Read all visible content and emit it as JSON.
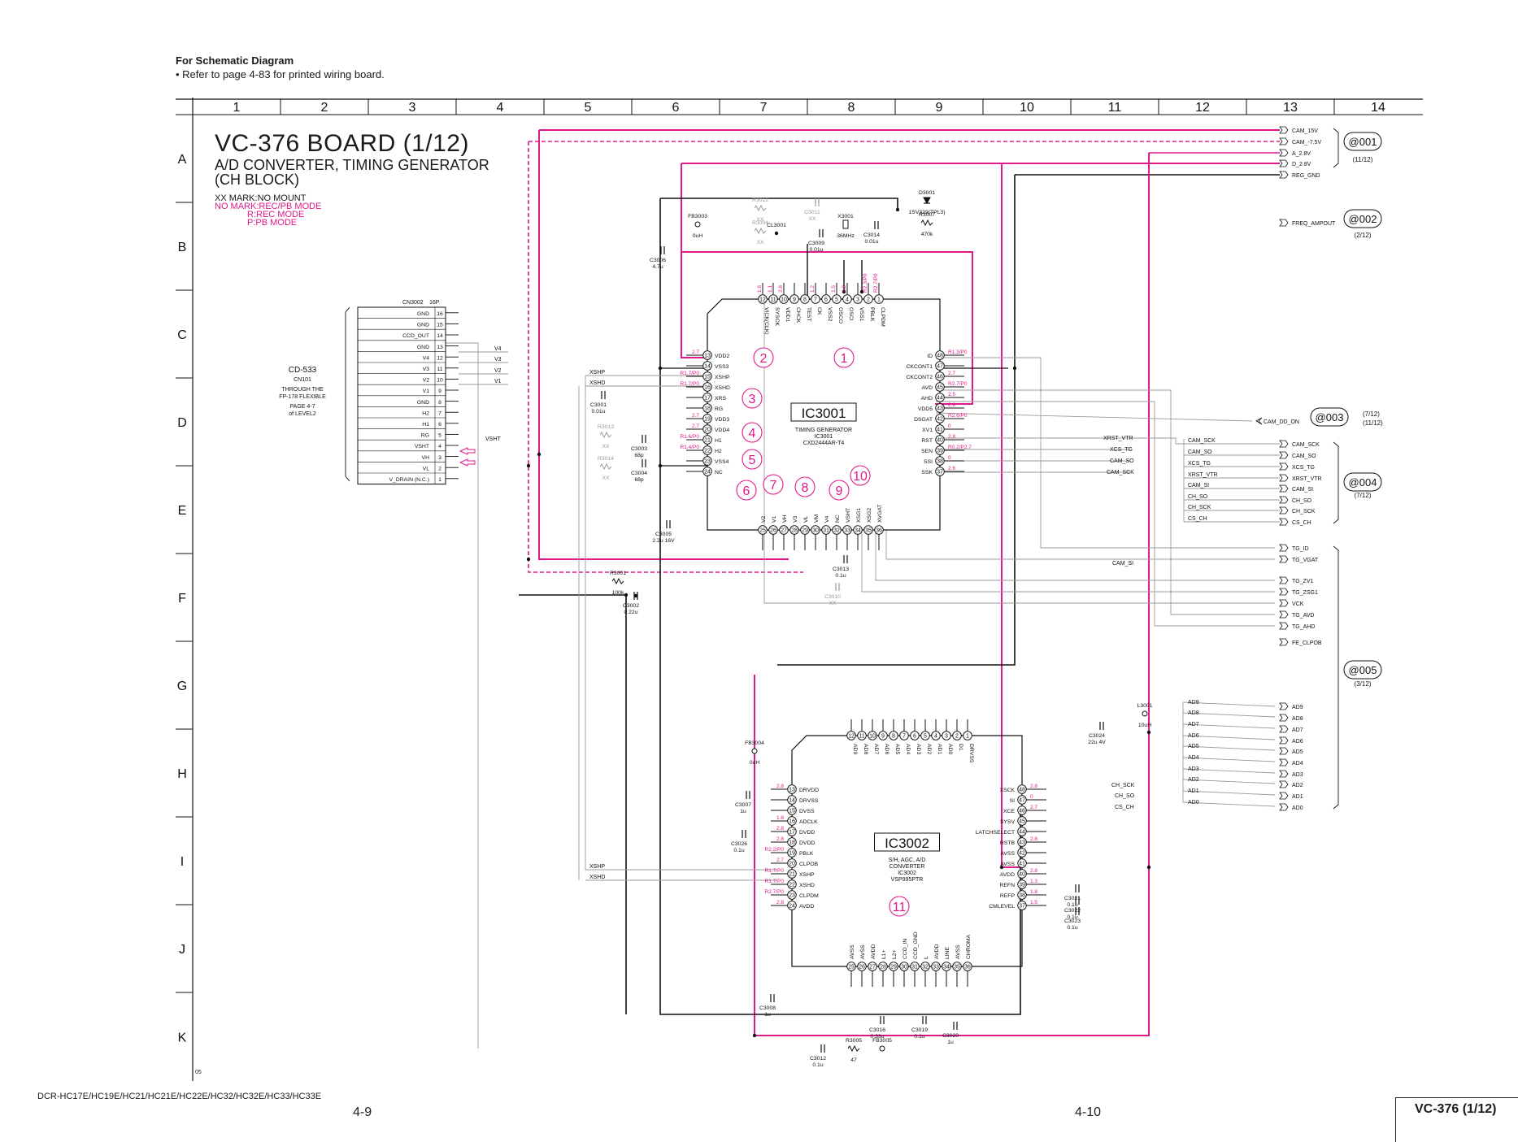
{
  "header": {
    "title": "For Schematic Diagram",
    "note": "• Refer to page 4-83 for printed wiring board."
  },
  "grid": {
    "columns": [
      "1",
      "2",
      "3",
      "4",
      "5",
      "6",
      "7",
      "8",
      "9",
      "10",
      "11",
      "12",
      "13",
      "14"
    ],
    "rows": [
      "A",
      "B",
      "C",
      "D",
      "E",
      "F",
      "G",
      "H",
      "I",
      "J",
      "K"
    ]
  },
  "board": {
    "title": "VC-376 BOARD (1/12)",
    "subtitle_1": "A/D CONVERTER, TIMING GENERATOR",
    "subtitle_2": "(CH BLOCK)",
    "legend": [
      "XX MARK:NO MOUNT",
      "NO MARK:REC/PB MODE",
      "R:REC MODE",
      "P:PB MODE"
    ]
  },
  "colors": {
    "wire": "#111111",
    "highlight": "#e0198a",
    "grey": "#9a9a9a"
  },
  "connector_cn3002": {
    "ref": "CN3002",
    "type": "16P",
    "pins": [
      {
        "num": "16",
        "name": "GND"
      },
      {
        "num": "15",
        "name": "GND"
      },
      {
        "num": "14",
        "name": "CCD_OUT"
      },
      {
        "num": "13",
        "name": "GND"
      },
      {
        "num": "12",
        "name": "V4"
      },
      {
        "num": "11",
        "name": "V3"
      },
      {
        "num": "10",
        "name": "V2"
      },
      {
        "num": "9",
        "name": "V1"
      },
      {
        "num": "8",
        "name": "GND"
      },
      {
        "num": "7",
        "name": "H2"
      },
      {
        "num": "6",
        "name": "H1"
      },
      {
        "num": "5",
        "name": "RG"
      },
      {
        "num": "4",
        "name": "VSHT"
      },
      {
        "num": "3",
        "name": "VH"
      },
      {
        "num": "2",
        "name": "VL"
      },
      {
        "num": "1",
        "name": "V_DRAIN (N.C.)"
      }
    ],
    "cd533": {
      "name": "CD-533",
      "sub": "CN101",
      "through": "THROUGH THE",
      "flexible": "FP-178 FLEXIBLE",
      "page": "PAGE 4-7",
      "level": "of LEVEL2"
    },
    "line_labels": [
      "V4",
      "V3",
      "V2",
      "V1",
      "VSHT"
    ]
  },
  "ic3001": {
    "ref": "IC3001",
    "desc_1": "TIMING GENERATOR",
    "desc_2": "IC3001",
    "desc_3": "CXD2444AR-T4",
    "top_pins": [
      {
        "num": "12",
        "name": "VICK(CLK)",
        "v": "1.6"
      },
      {
        "num": "11",
        "name": "SYSCK",
        "v": "1.1"
      },
      {
        "num": "10",
        "name": "VDD1",
        "v": "2.8"
      },
      {
        "num": "9",
        "name": "CHCK",
        "v": ""
      },
      {
        "num": "8",
        "name": "TEST",
        "v": ""
      },
      {
        "num": "7",
        "name": "CK",
        "v": "1.2"
      },
      {
        "num": "6",
        "name": "VSS2",
        "v": ""
      },
      {
        "num": "5",
        "name": "OSCO",
        "v": "1.5"
      },
      {
        "num": "4",
        "name": "OSCI",
        "v": "1.2"
      },
      {
        "num": "3",
        "name": "VSS1",
        "v": ""
      },
      {
        "num": "2",
        "name": "PBLK",
        "v": "R2.3/P0"
      },
      {
        "num": "1",
        "name": "CLPDM",
        "v": "R2.7/P0"
      }
    ],
    "left_pins": [
      {
        "num": "13",
        "name": "VDD2",
        "v": "2.7"
      },
      {
        "num": "14",
        "name": "VSS3",
        "v": ""
      },
      {
        "num": "15",
        "name": "XSHP",
        "v": "R1.7/P0"
      },
      {
        "num": "16",
        "name": "XSHD",
        "v": "R1.7/P0"
      },
      {
        "num": "17",
        "name": "XRS",
        "v": ""
      },
      {
        "num": "18",
        "name": "RG",
        "v": ""
      },
      {
        "num": "19",
        "name": "VDD3",
        "v": "2.7"
      },
      {
        "num": "20",
        "name": "VDD4",
        "v": "2.7"
      },
      {
        "num": "21",
        "name": "H1",
        "v": "R1.6/P0"
      },
      {
        "num": "22",
        "name": "H2",
        "v": "R1.4/P0"
      },
      {
        "num": "23",
        "name": "VSS4",
        "v": ""
      },
      {
        "num": "24",
        "name": "NC",
        "v": ""
      }
    ],
    "right_pins": [
      {
        "num": "48",
        "name": "ID",
        "v": "R1.3/P0"
      },
      {
        "num": "47",
        "name": "CKCONT1",
        "v": ""
      },
      {
        "num": "46",
        "name": "CKCONT2",
        "v": "2.7"
      },
      {
        "num": "45",
        "name": "AVD",
        "v": "R2.7/P0"
      },
      {
        "num": "44",
        "name": "AHD",
        "v": "2.5"
      },
      {
        "num": "43",
        "name": "VDD5",
        "v": "2.8"
      },
      {
        "num": "42",
        "name": "DSGAT",
        "v": "R2.6/P0"
      },
      {
        "num": "41",
        "name": "XV1",
        "v": "0"
      },
      {
        "num": "40",
        "name": "RST",
        "v": "2.8"
      },
      {
        "num": "39",
        "name": "SEN",
        "v": "R0.2/P2.7"
      },
      {
        "num": "38",
        "name": "SSI",
        "v": "0"
      },
      {
        "num": "37",
        "name": "SSK",
        "v": "2.6"
      }
    ],
    "bottom_pins": [
      {
        "num": "25",
        "name": "V2"
      },
      {
        "num": "26",
        "name": "V1"
      },
      {
        "num": "27",
        "name": "VH"
      },
      {
        "num": "28",
        "name": "V3"
      },
      {
        "num": "29",
        "name": "VL"
      },
      {
        "num": "30",
        "name": "VM"
      },
      {
        "num": "31",
        "name": "V4"
      },
      {
        "num": "32",
        "name": "NC"
      },
      {
        "num": "33",
        "name": "VSHT"
      },
      {
        "num": "34",
        "name": "XSG1"
      },
      {
        "num": "35",
        "name": "XSG2"
      },
      {
        "num": "36",
        "name": "XVGAT"
      }
    ],
    "callouts": [
      "1",
      "2",
      "3",
      "4",
      "5",
      "6",
      "7",
      "8",
      "9",
      "10"
    ]
  },
  "ic3002": {
    "ref": "IC3002",
    "desc_1": "S/H, AGC, A/D",
    "desc_2": "CONVERTER",
    "desc_3": "IC3002",
    "desc_4": "VSP995PTR",
    "top_pins": [
      {
        "num": "12",
        "name": "AD9"
      },
      {
        "num": "11",
        "name": "AD8"
      },
      {
        "num": "10",
        "name": "AD7"
      },
      {
        "num": "9",
        "name": "AD6"
      },
      {
        "num": "8",
        "name": "AD5"
      },
      {
        "num": "7",
        "name": "AD4"
      },
      {
        "num": "6",
        "name": "AD3"
      },
      {
        "num": "5",
        "name": "AD2"
      },
      {
        "num": "4",
        "name": "AD1"
      },
      {
        "num": "3",
        "name": "AD0"
      },
      {
        "num": "2",
        "name": "D1"
      },
      {
        "num": "1",
        "name": "DRVSS"
      }
    ],
    "left_pins": [
      {
        "num": "13",
        "name": "DRVDD",
        "v": "2.8"
      },
      {
        "num": "14",
        "name": "DRVSS",
        "v": ""
      },
      {
        "num": "15",
        "name": "DVSS",
        "v": ""
      },
      {
        "num": "16",
        "name": "ADCLK",
        "v": "1.6"
      },
      {
        "num": "17",
        "name": "DVDD",
        "v": "2.8"
      },
      {
        "num": "18",
        "name": "DVDD",
        "v": "2.8"
      },
      {
        "num": "19",
        "name": "PBLK",
        "v": "R2.2/P0"
      },
      {
        "num": "20",
        "name": "CLPOB",
        "v": "2.7"
      },
      {
        "num": "21",
        "name": "XSHP",
        "v": "R1.7/P0"
      },
      {
        "num": "22",
        "name": "XSHD",
        "v": "R1.7/P0"
      },
      {
        "num": "23",
        "name": "CLPDM",
        "v": "R2.7/P0"
      },
      {
        "num": "24",
        "name": "AVDD",
        "v": "2.8"
      }
    ],
    "right_pins": [
      {
        "num": "48",
        "name": "XSCK",
        "v": "2.8"
      },
      {
        "num": "47",
        "name": "SI",
        "v": "0"
      },
      {
        "num": "46",
        "name": "XCE",
        "v": "2.7"
      },
      {
        "num": "45",
        "name": "SYSV",
        "v": ""
      },
      {
        "num": "44",
        "name": "LATCHSELECT",
        "v": ""
      },
      {
        "num": "43",
        "name": "RSTB",
        "v": "2.8"
      },
      {
        "num": "42",
        "name": "AVSS",
        "v": ""
      },
      {
        "num": "41",
        "name": "AVSS",
        "v": ""
      },
      {
        "num": "40",
        "name": "AVDD",
        "v": "2.8"
      },
      {
        "num": "39",
        "name": "REFN",
        "v": "1.3"
      },
      {
        "num": "38",
        "name": "REFP",
        "v": "1.8"
      },
      {
        "num": "37",
        "name": "CMLEVEL",
        "v": "1.5"
      }
    ],
    "bottom_pins": [
      {
        "num": "25",
        "name": "AVSS"
      },
      {
        "num": "26",
        "name": "AVSS"
      },
      {
        "num": "27",
        "name": "AVDD"
      },
      {
        "num": "28",
        "name": "L1+"
      },
      {
        "num": "29",
        "name": "L2+"
      },
      {
        "num": "30",
        "name": "CCD_IN"
      },
      {
        "num": "31",
        "name": "CCD_GND"
      },
      {
        "num": "32",
        "name": "L"
      },
      {
        "num": "33",
        "name": "AVDD"
      },
      {
        "num": "34",
        "name": "LINE"
      },
      {
        "num": "35",
        "name": "AVSS"
      },
      {
        "num": "36",
        "name": "CHROMA"
      }
    ],
    "callout": "11"
  },
  "components": [
    {
      "ref": "FB3003",
      "val": "0uH"
    },
    {
      "ref": "C3006",
      "val": "4.7u"
    },
    {
      "ref": "R3012",
      "val": "XX"
    },
    {
      "ref": "R3004",
      "val": "XX"
    },
    {
      "ref": "CL3001",
      "val": ""
    },
    {
      "ref": "C3011",
      "val": "XX"
    },
    {
      "ref": "X3001",
      "val": "36MHz"
    },
    {
      "ref": "C3009",
      "val": "0.01u"
    },
    {
      "ref": "C3014",
      "val": "0.01u"
    },
    {
      "ref": "D3001",
      "val": "1SV329(TPL3)"
    },
    {
      "ref": "R3007",
      "val": "470k"
    },
    {
      "ref": "C3001",
      "val": "0.01u"
    },
    {
      "ref": "C3003",
      "val": "68p"
    },
    {
      "ref": "C3004",
      "val": "68p"
    },
    {
      "ref": "R3013",
      "val": "XX"
    },
    {
      "ref": "R3014",
      "val": "XX"
    },
    {
      "ref": "C3005",
      "val": "2.2u 16V"
    },
    {
      "ref": "R3001",
      "val": "100k"
    },
    {
      "ref": "C3002",
      "val": "0.22u"
    },
    {
      "ref": "C3013",
      "val": "0.1u"
    },
    {
      "ref": "C3010",
      "val": "XX"
    },
    {
      "ref": "L3001",
      "val": "10uH"
    },
    {
      "ref": "C3024",
      "val": "22u 4V"
    },
    {
      "ref": "FB3004",
      "val": "0uH"
    },
    {
      "ref": "C3007",
      "val": "1u"
    },
    {
      "ref": "C3026",
      "val": "0.1u"
    },
    {
      "ref": "C3021",
      "val": "0.1u"
    },
    {
      "ref": "C3022",
      "val": "0.1u"
    },
    {
      "ref": "C3023",
      "val": "0.1u"
    },
    {
      "ref": "C3008",
      "val": "1u"
    },
    {
      "ref": "C3016",
      "val": "0.33u"
    },
    {
      "ref": "C3019",
      "val": "0.1u"
    },
    {
      "ref": "C3020",
      "val": "1u"
    },
    {
      "ref": "C3012",
      "val": "0.1u"
    },
    {
      "ref": "R3005",
      "val": "47"
    },
    {
      "ref": "FB3005",
      "val": ""
    }
  ],
  "wire_labels": [
    "XSHP",
    "XSHD",
    "XSHP",
    "XSHD",
    "CAM_SI",
    "XRST_VTR",
    "XCS_TG",
    "CAM_SO",
    "CAM_SCK",
    "CH_SCK",
    "CH_SO",
    "CS_CH",
    "CAM_SCK",
    "CAM_SO",
    "XCS_TG",
    "XRST_VTR",
    "CAM_SI",
    "CH_SO",
    "CH_SCK",
    "CS_CH",
    "AD9",
    "AD8",
    "AD7",
    "AD6",
    "AD5",
    "AD4",
    "AD3",
    "AD2",
    "AD1",
    "AD0"
  ],
  "offpage_groups": [
    {
      "id": "@001",
      "page": "(11/12)",
      "signals": [
        "CAM_15V",
        "CAM_-7.5V",
        "A_2.8V",
        "D_2.8V",
        "REG_GND"
      ]
    },
    {
      "id": "@002",
      "page": "(2/12)",
      "signals": [
        "FREQ_AMPOUT"
      ]
    },
    {
      "id": "@003",
      "page": "(7/12)",
      "page2": "(11/12)",
      "signals": [
        "CAM_DD_ON"
      ]
    },
    {
      "id": "@004",
      "page": "(7/12)",
      "signals": [
        "CAM_SCK",
        "CAM_SO",
        "XCS_TG",
        "XRST_VTR",
        "CAM_SI",
        "CH_SO",
        "CH_SCK",
        "CS_CH"
      ]
    },
    {
      "id": "@005",
      "page": "(3/12)",
      "signals": [
        "TG_ID",
        "TG_VGAT",
        "TG_ZV1",
        "TG_ZSG1",
        "VCK",
        "TG_AVD",
        "TG_AHD",
        "FE_CLPOB",
        "AD9",
        "AD8",
        "AD7",
        "AD6",
        "AD5",
        "AD4",
        "AD3",
        "AD2",
        "AD1",
        "AD0"
      ]
    }
  ],
  "footer": {
    "models": "DCR-HC17E/HC19E/HC21/HC21E/HC22E/HC32/HC32E/HC33/HC33E",
    "page_left": "4-9",
    "page_right": "4-10",
    "badge": "VC-376 (1/12)",
    "corner": "05"
  }
}
